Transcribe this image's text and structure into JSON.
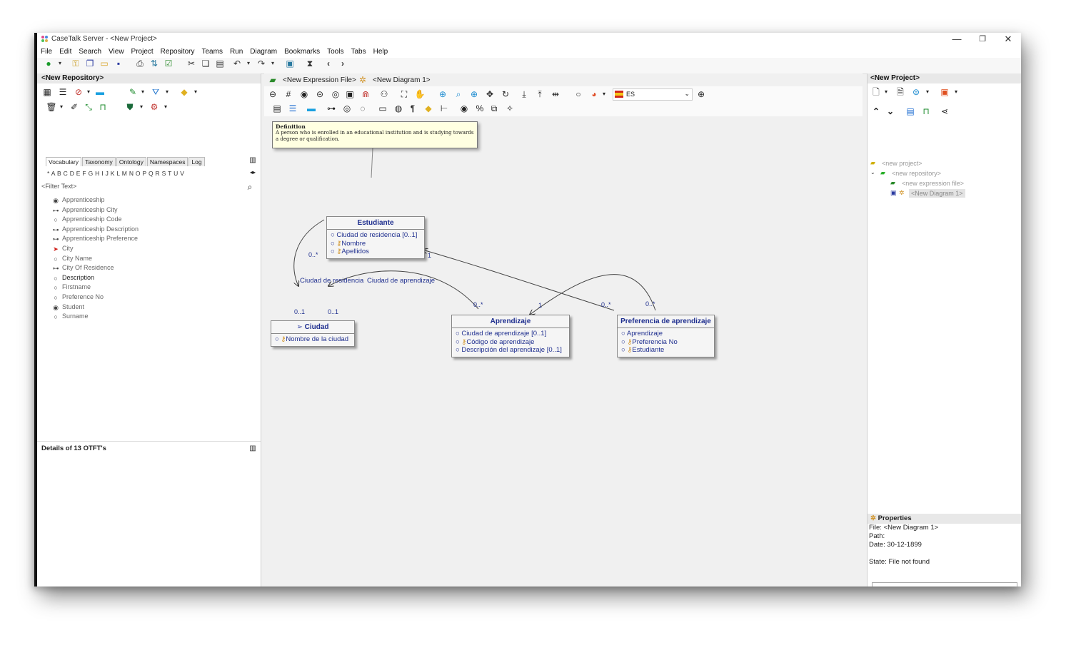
{
  "window": {
    "title": "CaseTalk Server - <New Project>",
    "controls": {
      "minimize": "—",
      "restore": "❐",
      "close": "✕"
    }
  },
  "menu": [
    "File",
    "Edit",
    "Search",
    "View",
    "Project",
    "Repository",
    "Teams",
    "Run",
    "Diagram",
    "Bookmarks",
    "Tools",
    "Tabs",
    "Help"
  ],
  "left_panel": {
    "header": "<New Repository>",
    "tabs": [
      "Vocabulary",
      "Taxonomy",
      "Ontology",
      "Namespaces",
      "Log"
    ],
    "alphabet": "* A B C D E F G H I J K L M N O P Q R S T U V",
    "filter_placeholder": "<Filter Text>",
    "items": [
      {
        "label": "Apprenticeship",
        "icon": "entity-icon"
      },
      {
        "label": "Apprenticeship City",
        "icon": "relation-icon"
      },
      {
        "label": "Apprenticeship Code",
        "icon": "label-icon"
      },
      {
        "label": "Apprenticeship Description",
        "icon": "relation-icon"
      },
      {
        "label": "Apprenticeship Preference",
        "icon": "relation-icon"
      },
      {
        "label": "City",
        "icon": "pointer-icon"
      },
      {
        "label": "City Name",
        "icon": "label-icon"
      },
      {
        "label": "City Of Residence",
        "icon": "relation-icon"
      },
      {
        "label": "Description",
        "icon": "label-icon"
      },
      {
        "label": "Firstname",
        "icon": "label-icon"
      },
      {
        "label": "Preference No",
        "icon": "label-icon"
      },
      {
        "label": "Student",
        "icon": "entity-icon"
      },
      {
        "label": "Surname",
        "icon": "label-icon"
      }
    ],
    "details": "Details of 13 OTFT's"
  },
  "center": {
    "tabs": [
      "<New Expression File>",
      "<New Diagram 1>"
    ],
    "language": "ES",
    "tooltip": {
      "title": "Definition",
      "text": "A person who is enrolled in an educational institution and is studying towards a degree or qualification."
    },
    "entities": {
      "estudiante": {
        "name": "Estudiante",
        "attrs": [
          "Ciudad de residencia [0..1]",
          "Nombre",
          "Apellidos"
        ]
      },
      "ciudad": {
        "name": "Ciudad",
        "attrs": [
          "Nombre de la ciudad"
        ]
      },
      "aprendizaje": {
        "name": "Aprendizaje",
        "attrs": [
          "Ciudad de aprendizaje [0..1]",
          "Código de aprendizaje",
          "Descripción del aprendizaje [0..1]"
        ]
      },
      "preferencia": {
        "name": "Preferencia de aprendizaje",
        "attrs": [
          "Aprendizaje",
          "Preferencia No",
          "Estudiante"
        ]
      }
    },
    "relation_labels": {
      "residencia": "Ciudad de residencia",
      "aprendizaje": "Ciudad de aprendizaje"
    },
    "cardinalities": {
      "c1": "0..*",
      "c2": "1",
      "c3": "0..1",
      "c4": "0..1",
      "c5": "0..*",
      "c6": "1",
      "c7": "0..*",
      "c8": "0..*"
    }
  },
  "right_panel": {
    "header": "<New Project>",
    "tree": [
      "<new project>",
      "<new repository>",
      "<new expression file>",
      "<New Diagram 1>"
    ],
    "properties": {
      "title": "Properties",
      "file": "File: <New Diagram 1>",
      "path": "Path:",
      "date": "Date: 30-12-1899",
      "state": "State: File not found"
    }
  }
}
